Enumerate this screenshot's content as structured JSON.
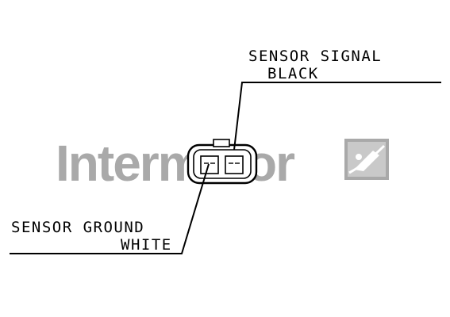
{
  "watermark": {
    "text": "Intermotor",
    "color": "#a9a9a9",
    "logo_icon": "intermotor-logo-icon"
  },
  "signal": {
    "function": "SENSOR SIGNAL",
    "wire_color": "BLACK"
  },
  "ground": {
    "function": "SENSOR GROUND",
    "wire_color": "WHITE"
  },
  "connector": {
    "icon": "two-pin-connector-icon"
  },
  "colors": {
    "line": "#000000",
    "watermark": "#a9a9a9",
    "background": "#ffffff"
  }
}
